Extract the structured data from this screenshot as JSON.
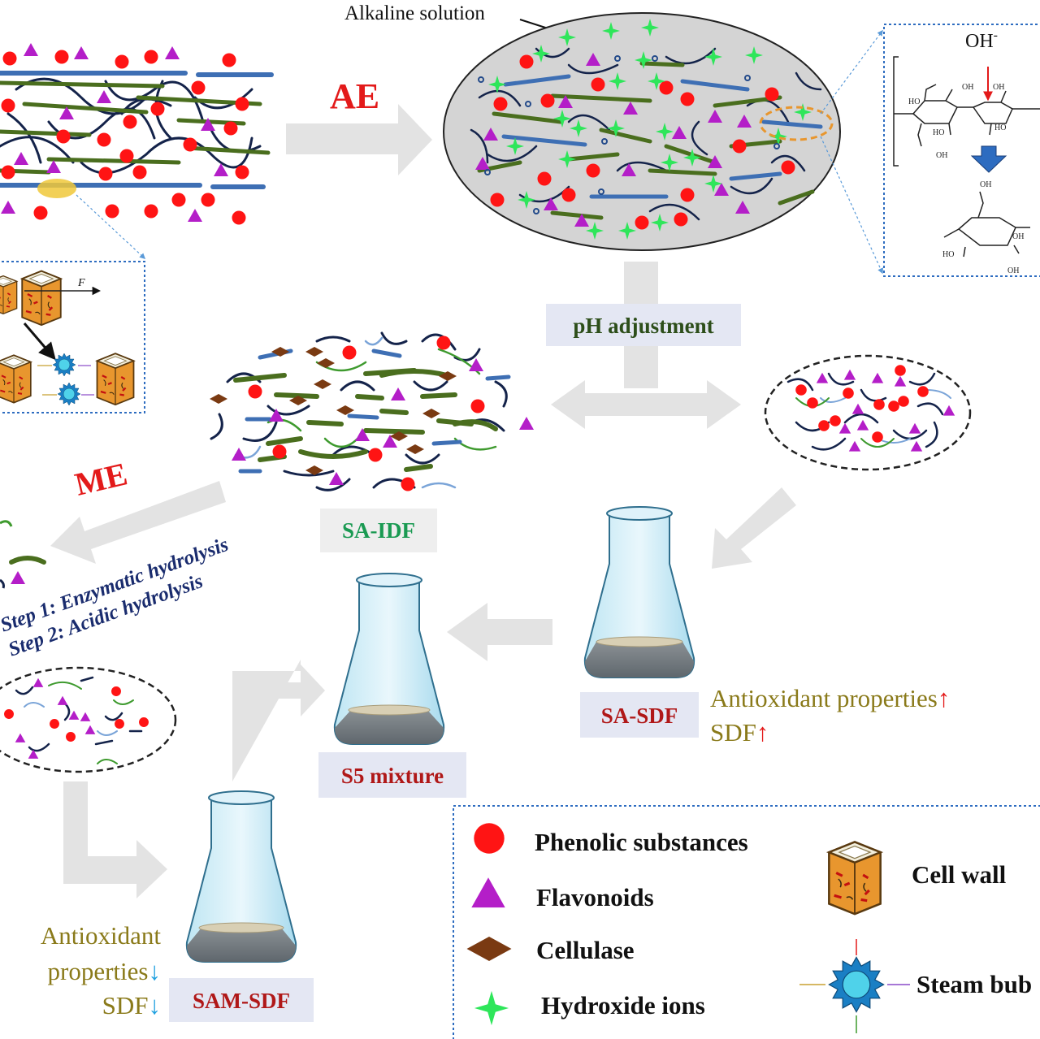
{
  "labels": {
    "alkaline_solution": "Alkaline solution",
    "ae": "AE",
    "me": "ME",
    "ph_adjustment": "pH adjustment",
    "sa_idf": "SA-IDF",
    "sa_sdf": "SA-SDF",
    "s5_mixture": "S5 mixture",
    "sam_sdf": "SAM-SDF",
    "force": "F",
    "step1": "Step 1:  Enzymatic hydrolysis",
    "step2": "Step 2:  Acidic hydrolysis"
  },
  "sa_sdf_effects": {
    "line1": "Antioxidant properties",
    "line2": "SDF",
    "arrow": "↑"
  },
  "sam_sdf_effects": {
    "line1": "Antioxidant",
    "line2": "properties",
    "line3": "SDF",
    "arrow": "↓"
  },
  "chemistry": {
    "oh_minus": "OH",
    "oh_sup": "-",
    "oh": "OH",
    "ho": "HO"
  },
  "legend": {
    "phenolic": "Phenolic substances",
    "flavonoids": "Flavonoids",
    "cellulase": "Cellulase",
    "hydroxide": "Hydroxide ions",
    "cell_wall": "Cell wall",
    "steam_bubble": "Steam bub"
  },
  "colors": {
    "phenolic": "#ff1414",
    "flavonoid": "#b41ec8",
    "cellulase": "#7a3a12",
    "hydroxide": "#2ee65a",
    "fiber_green": "#4a6e1e",
    "fiber_blue": "#3e6fb4",
    "fiber_navy": "#14234a",
    "arrow_gray": "#e3e3e3",
    "label_bg": "#e4e7f3",
    "red_title": "#e31a1a",
    "dark_green": "#2d4e1a",
    "olive": "#8a7a1a",
    "teal_green": "#1a9a52",
    "navy_text": "#1a2c6e",
    "up_red": "#e31a1a",
    "down_blue": "#1ea0e0"
  }
}
